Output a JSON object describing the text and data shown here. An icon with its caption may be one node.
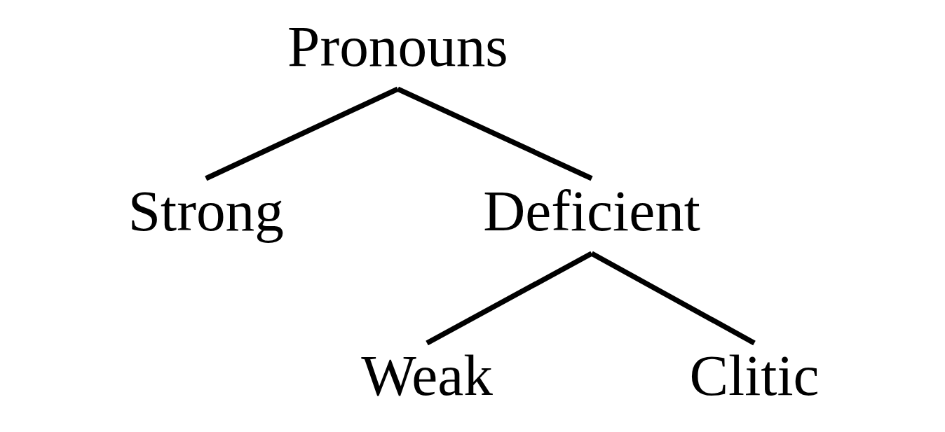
{
  "diagram": {
    "nodes": [
      {
        "text": [
          "Pronouns"
        ]
      },
      {
        "text": [
          "Strong"
        ]
      },
      {
        "text": [
          "Deficient"
        ]
      },
      {
        "text": [
          "Weak"
        ]
      },
      {
        "text": [
          "Clitic"
        ]
      }
    ],
    "edges": [
      {
        "from": 0,
        "to": 1,
        "arrow": "none"
      },
      {
        "from": 0,
        "to": 2,
        "arrow": "none"
      },
      {
        "from": 2,
        "to": 3,
        "arrow": "none"
      },
      {
        "from": 2,
        "to": 4,
        "arrow": "none"
      }
    ]
  }
}
